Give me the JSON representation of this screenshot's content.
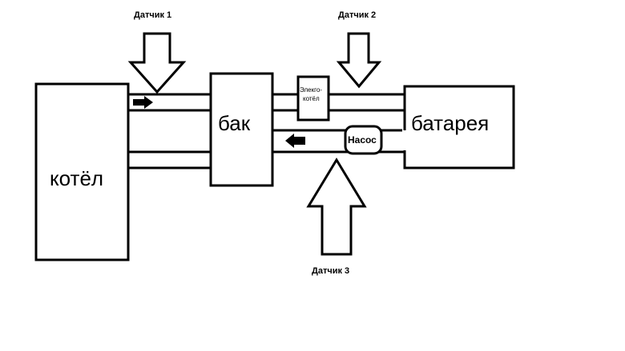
{
  "blocks": {
    "boiler": "котёл",
    "tank": "бак",
    "radiator": "батарея",
    "electric_boiler_line1": "Элекго-",
    "electric_boiler_line2": "котёл",
    "pump": "Насос"
  },
  "sensors": {
    "sensor1": "Датчик 1",
    "sensor2": "Датчик 2",
    "sensor3": "Датчик 3"
  }
}
